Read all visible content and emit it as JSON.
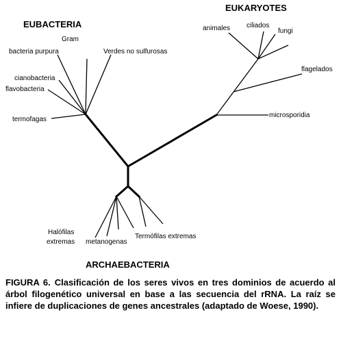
{
  "domains": {
    "eubacteria": "EUBACTERIA",
    "eukaryotes": "EUKARYOTES",
    "archaebacteria": "ARCHAEBACTERIA"
  },
  "eubacteria_leaves": {
    "gram": "Gram",
    "bacteria_purpura": "bacteria purpura",
    "verdes_no_sulfurosas": "Verdes no sulfurosas",
    "cianobacteria": "cianobacteria",
    "flavobacteria": "flavobacteria",
    "termofagas": "termofagas"
  },
  "eukaryote_leaves": {
    "animales": "animales",
    "ciliados": "ciliados",
    "fungi": "fungi",
    "flagelados": "flagelados",
    "microsporidia": "microsporidia"
  },
  "archaea_leaves": {
    "halofilas_1": "Halófilas",
    "halofilas_2": "extremas",
    "metanogenas": "metanogenas",
    "termofilas": "Termófilas extremas"
  },
  "caption": {
    "label": "FIGURA 6.",
    "text": "Clasificación de los seres vivos en tres dominios de acuerdo al árbol filogenético universal en base a las secuencia del rRNA. La raíz se infiere de duplicaciones de genes ancestrales (adaptado de Woese, 1990)."
  }
}
